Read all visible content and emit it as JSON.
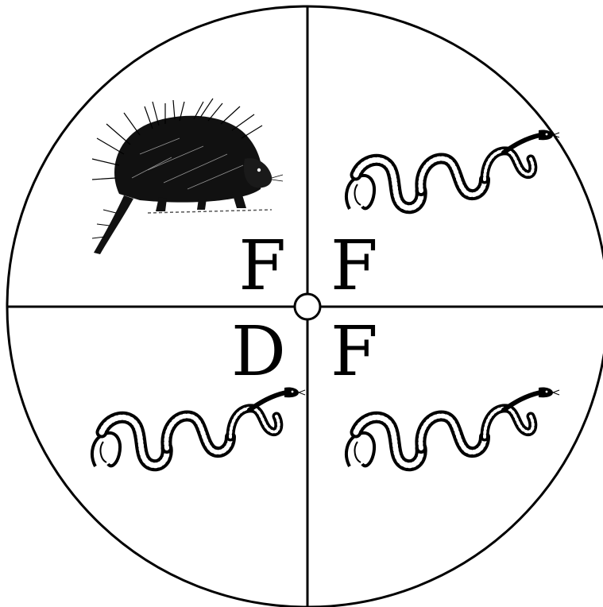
{
  "diagram": {
    "quadrants": [
      {
        "position": "top-left",
        "letter": "F",
        "animal": "porcupine"
      },
      {
        "position": "top-right",
        "letter": "F",
        "animal": "snake"
      },
      {
        "position": "bottom-left",
        "letter": "D",
        "animal": "snake"
      },
      {
        "position": "bottom-right",
        "letter": "F",
        "animal": "snake"
      }
    ],
    "colors": {
      "line": "#000000",
      "background": "#ffffff"
    }
  }
}
